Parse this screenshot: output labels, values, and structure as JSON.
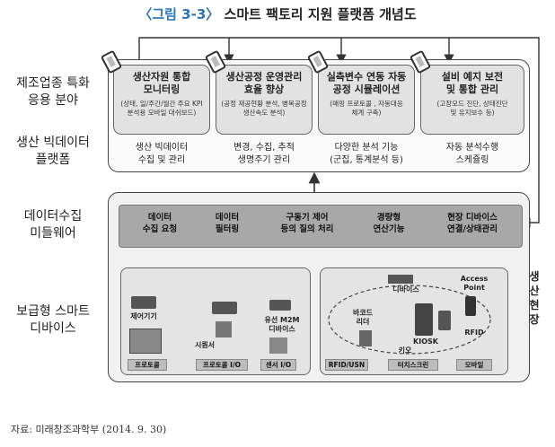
{
  "title": {
    "figure": "〈그림 3-3〉",
    "text": "스마트 팩토리 지원 플랫폼 개념도"
  },
  "left_labels": [
    "제조업종 특화\n응용 분야",
    "생산 빅데이터\n플랫폼",
    "데이터수집\n미들웨어",
    "보급형 스마트\n디바이스"
  ],
  "apps": [
    {
      "title": "생산자원 통합\n모니터링",
      "sub": "(상태, 일/주간/월간 주요 KPI\n분석용 모바일 대쉬보드)",
      "bottom": "생산 빅데이터\n수집 및 관리"
    },
    {
      "title": "생산공정 운영관리\n효율 향상",
      "sub": "(공정 재공현황 분석, 병목공정\n생산속도 분석)",
      "bottom": "변경, 수집, 추적\n생명주기 관리"
    },
    {
      "title": "실측변수 연동 자동\n공정 시뮬레이션",
      "sub": "(매핑 프로토콜 , 자동대응\n체계 구축)",
      "bottom": "다양한 분석 기능\n(군집, 통계분석 등)"
    },
    {
      "title": "설비 예지 보전\n및 통합 관리",
      "sub": "(고장모드 진단, 상태진단\n및 유지보수 등)",
      "bottom": "자동 분석수행\n스케쥴링"
    }
  ],
  "middleware": [
    "데이터\n수집 요청",
    "데이터\n필터링",
    "구동기 제어\n등의 질의 처리",
    "경량형\n연산기능",
    "현장 디바이스\n연결/상태관리"
  ],
  "devices_left": {
    "labels": [
      "제어기기",
      "시퀀서",
      "유선 M2M\n디바이스"
    ],
    "tags": [
      "프로토콜",
      "프로토콜 I/O",
      "센서 I/O"
    ]
  },
  "devices_right": {
    "labels": [
      "디바이스",
      "Access\nPoint",
      "바코드\n리더",
      "키오",
      "KIOSK",
      "RFID"
    ],
    "tags": [
      "RFID/USN",
      "터치스크린",
      "모바일"
    ]
  },
  "side_label": "생\n산\n현\n장",
  "source": "자료: 미래창조과학부 (2014. 9. 30)"
}
